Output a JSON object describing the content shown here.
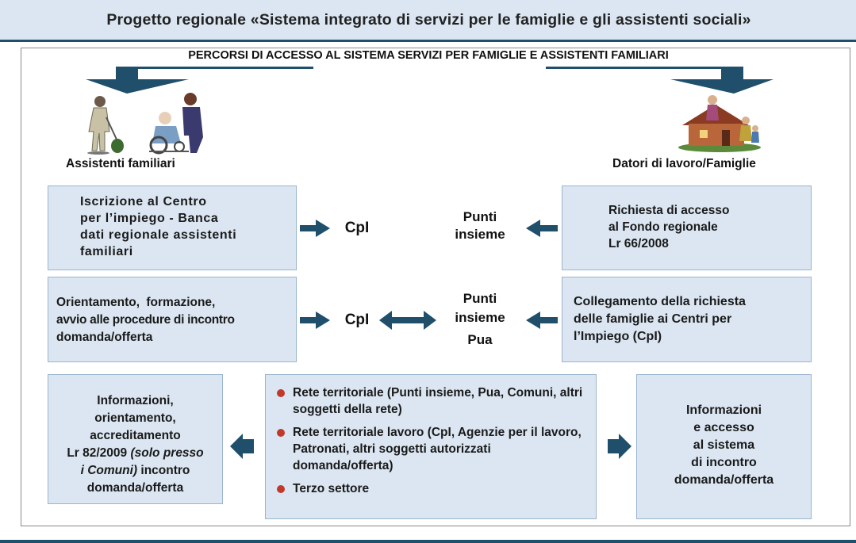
{
  "title": "Progetto regionale «Sistema integrato di servizi per le famiglie e gli assistenti sociali»",
  "header": "PERCORSI DI ACCESSO AL SISTEMA SERVIZI PER FAMIGLIE E ASSISTENTI FAMILIARI",
  "left_group": {
    "label": "Assistenti familiari"
  },
  "right_group": {
    "label": "Datori di lavoro/Famiglie"
  },
  "row1": {
    "left_box": [
      "Iscrizione al Centro",
      "per l’impiego - Banca",
      "dati regionale assistenti",
      "familiari"
    ],
    "mid_left": "CpI",
    "mid_right": [
      "Punti",
      "insieme"
    ],
    "right_box": [
      "Richiesta di accesso",
      "al Fondo regionale",
      "Lr 66/2008"
    ]
  },
  "row2": {
    "left_box": [
      "Orientamento, formazione,",
      "avvio alle procedure di incontro",
      "domanda/offerta"
    ],
    "mid_left": "CpI",
    "mid_right": [
      "Punti",
      "insieme",
      "Pua"
    ],
    "right_box": [
      "Collegamento della richiesta",
      "delle famiglie ai Centri per",
      "l’Impiego (CpI)"
    ]
  },
  "row3": {
    "left_box": {
      "line1": "Informazioni,",
      "line2": "orientamento,",
      "line3": "accreditamento",
      "line4_a": "Lr 82/2009 ",
      "line4_b": "(solo presso",
      "line5_a": "i Comuni)",
      "line5_b": " incontro",
      "line6": "domanda/offerta"
    },
    "bullets": [
      "Rete territoriale (Punti insieme, Pua, Comuni, altri soggetti della rete)",
      "Rete territoriale lavoro (CpI, Agenzie per il lavoro, Patronati, altri soggetti autorizzati domanda/offerta)",
      "Terzo settore"
    ],
    "right_box": [
      "Informazioni",
      "e accesso",
      "al sistema",
      "di incontro",
      "domanda/offerta"
    ]
  },
  "colors": {
    "band": "#dbe6f2",
    "arrow": "#1f4f6b",
    "bullet": "#c0392b",
    "box_border": "#9bb5cf"
  },
  "icons": [
    "caregiver-icon",
    "wheelchair-elderly-icon",
    "family-house-icon"
  ]
}
